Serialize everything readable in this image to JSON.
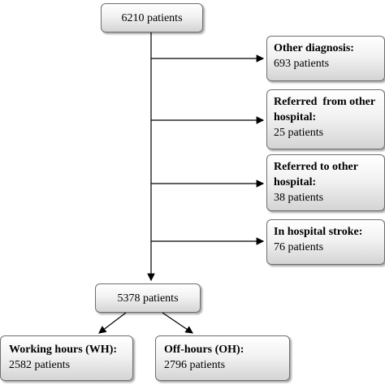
{
  "total": {
    "label": "6210 patients"
  },
  "exclusions": [
    {
      "title_lines": [
        "Other diagnosis:"
      ],
      "count": "693 patients"
    },
    {
      "title_lines": [
        "Referred  from other",
        "hospital:"
      ],
      "count": "25 patients"
    },
    {
      "title_lines": [
        "Referred to other",
        "hospital:"
      ],
      "count": "38 patients"
    },
    {
      "title_lines": [
        "In hospital stroke:"
      ],
      "count": "76 patients"
    }
  ],
  "included": {
    "label": "5378 patients"
  },
  "groups": [
    {
      "title": "Working hours (WH):",
      "count": "2582 patients"
    },
    {
      "title": "Off-hours (OH):",
      "count": "2796 patients"
    }
  ],
  "colors": {
    "line": "#000000",
    "box_border": "#6f6f6f",
    "box_fill_top": "#ffffff",
    "box_fill_bottom": "#d4d4d4"
  }
}
